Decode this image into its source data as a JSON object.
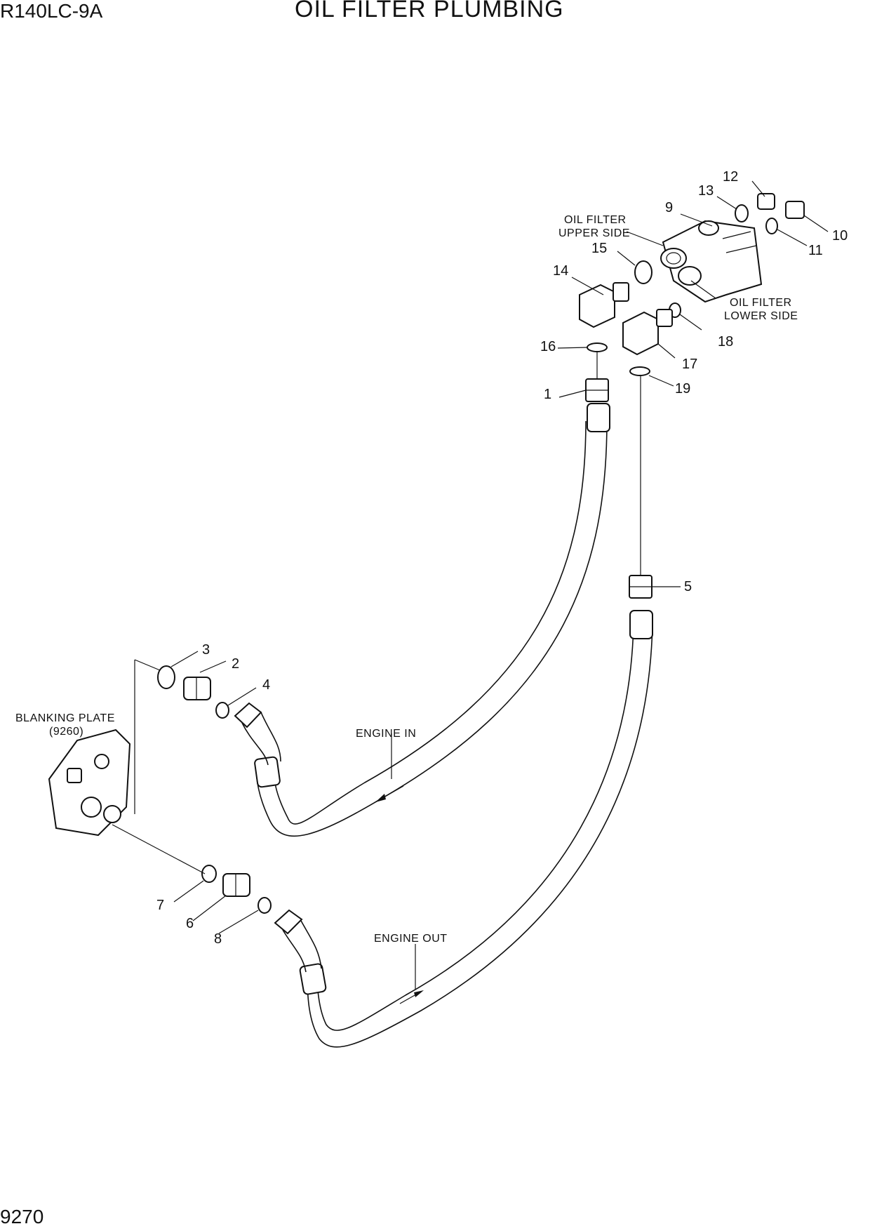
{
  "header": {
    "model": "R140LC-9A",
    "title": "OIL FILTER PLUMBING",
    "page_number": "9270"
  },
  "callouts": [
    "1",
    "2",
    "3",
    "4",
    "5",
    "6",
    "7",
    "8",
    "9",
    "10",
    "11",
    "12",
    "13",
    "14",
    "15",
    "16",
    "17",
    "18",
    "19"
  ],
  "notes": {
    "upper_side_1": "OIL FILTER",
    "upper_side_2": "UPPER SIDE",
    "lower_side_1": "OIL FILTER",
    "lower_side_2": "LOWER SIDE",
    "blanking_1": "BLANKING PLATE",
    "blanking_2": "(9260)",
    "engine_in": "ENGINE IN",
    "engine_out": "ENGINE OUT"
  }
}
